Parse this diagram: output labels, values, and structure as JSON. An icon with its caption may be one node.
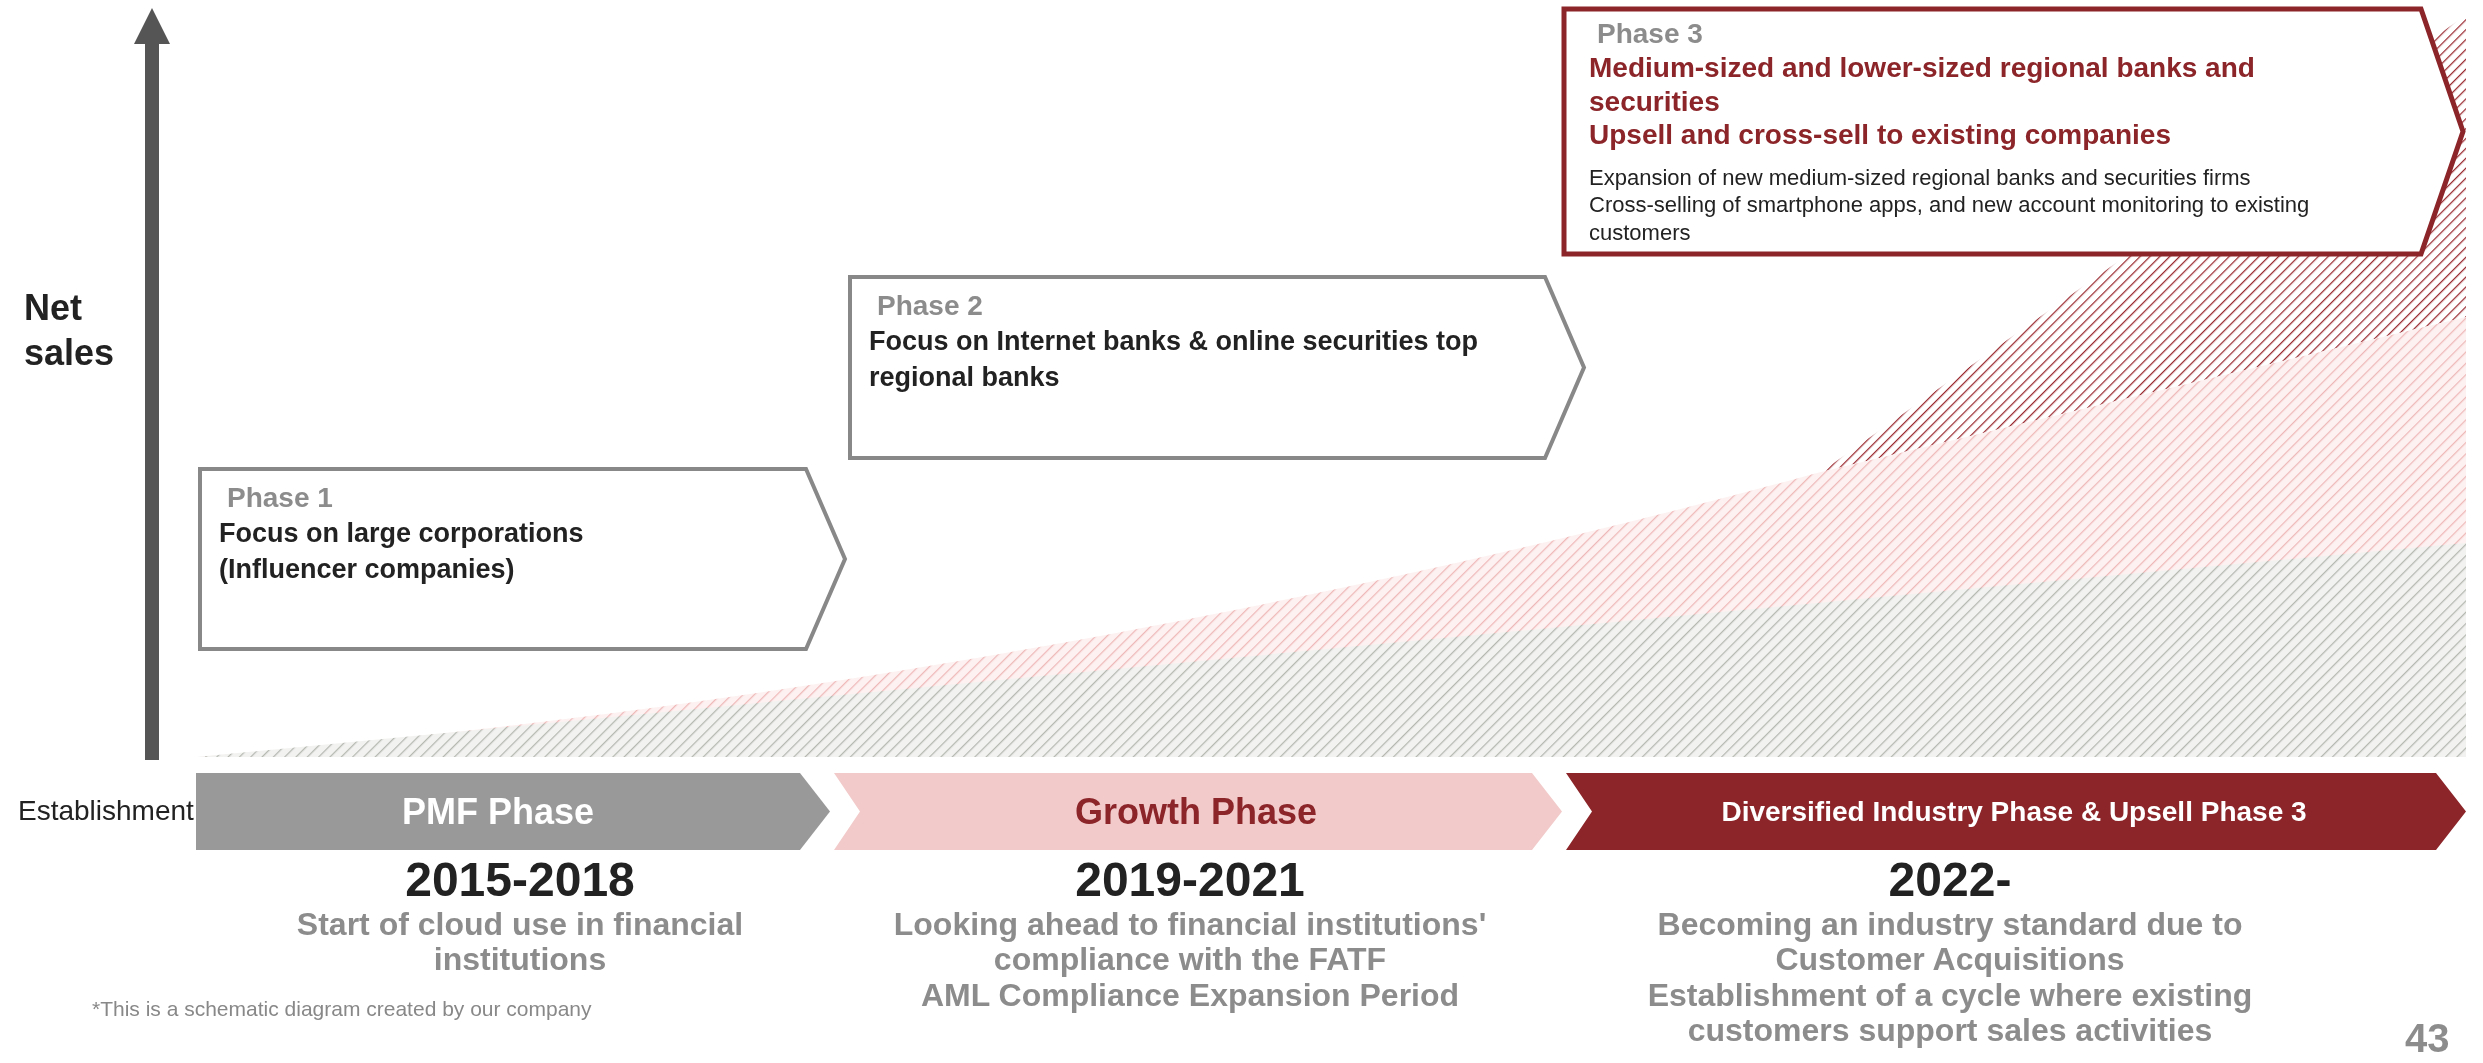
{
  "diagram": {
    "nodes": [
      {
        "text": [
          "Phase 1",
          "Focus on large corporations (Influencer companies)"
        ]
      },
      {
        "text": [
          "Phase 2",
          "Focus on Internet banks & online securities top regional banks"
        ]
      },
      {
        "text": [
          "Phase 3",
          "Medium-sized and lower-sized regional banks and securities",
          "Upsell and cross-sell to existing companies",
          "Expansion of new medium-sized regional banks and securities firms",
          "Cross-selling of smartphone apps, and new account monitoring to existing customers"
        ]
      },
      {
        "text": [
          "PMF Phase"
        ],
        "beside": [
          "2015-2018",
          "Start of cloud use in financial institutions"
        ]
      },
      {
        "text": [
          "Growth Phase"
        ],
        "beside": [
          "2019-2021",
          "Looking ahead to financial institutions' compliance with the FATF",
          "AML Compliance Expansion Period"
        ]
      },
      {
        "text": [
          "Diversified Industry Phase & Upsell Phase 3"
        ],
        "beside": [
          "2022-",
          "Becoming an industry standard due to Customer Acquisitions",
          "Establishment of a cycle where existing customers support sales activities"
        ]
      }
    ],
    "labels": [
      "Net sales",
      "Establishment",
      "*This is a schematic diagram created by our company",
      "43"
    ]
  }
}
